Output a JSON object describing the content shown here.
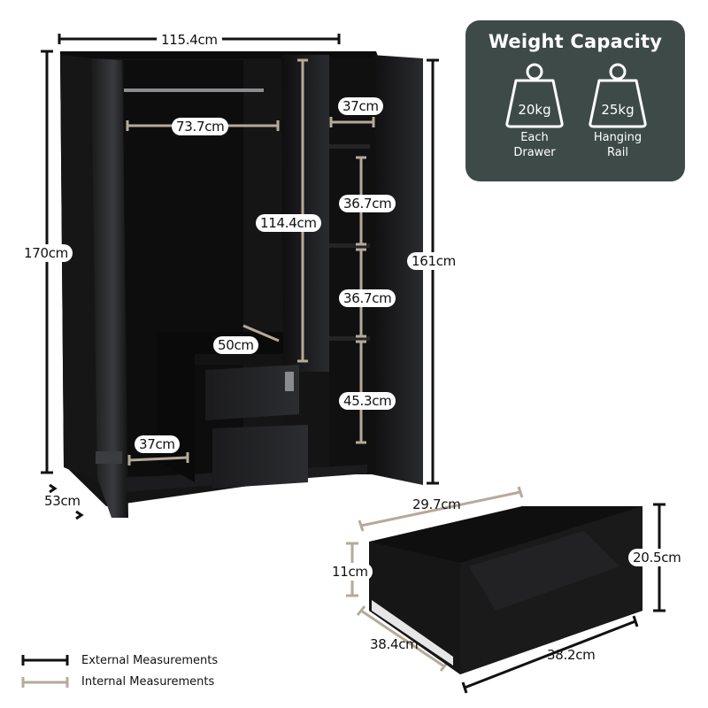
{
  "weight_capacity": {
    "title": "Weight Capacity",
    "items": [
      {
        "value": "20kg",
        "caption_line1": "Each",
        "caption_line2": "Drawer",
        "icon": "weight-icon"
      },
      {
        "value": "25kg",
        "caption_line1": "Hanging",
        "caption_line2": "Rail",
        "icon": "weight-icon"
      }
    ],
    "background_color": "#3d4a48"
  },
  "wardrobe": {
    "external": {
      "width": "115.4cm",
      "height": "170cm",
      "inner_height": "161cm",
      "depth": "53cm"
    },
    "internal": {
      "hanging_width": "73.7cm",
      "hanging_height": "114.4cm",
      "shelf_width": "37cm",
      "shelf_gap_1": "36.7cm",
      "shelf_gap_2": "36.7cm",
      "shelf_gap_3": "45.3cm",
      "drawer_unit_depth": "50cm",
      "lower_width": "37cm"
    }
  },
  "drawer": {
    "inner_width": "29.7cm",
    "inner_height": "11cm",
    "inner_depth": "38.4cm",
    "outer_width": "38.2cm",
    "outer_height": "20.5cm"
  },
  "legend": {
    "external_label": "External Measurements",
    "internal_label": "Internal Measurements",
    "external_color": "#111111",
    "internal_color": "#b5aa9a"
  }
}
